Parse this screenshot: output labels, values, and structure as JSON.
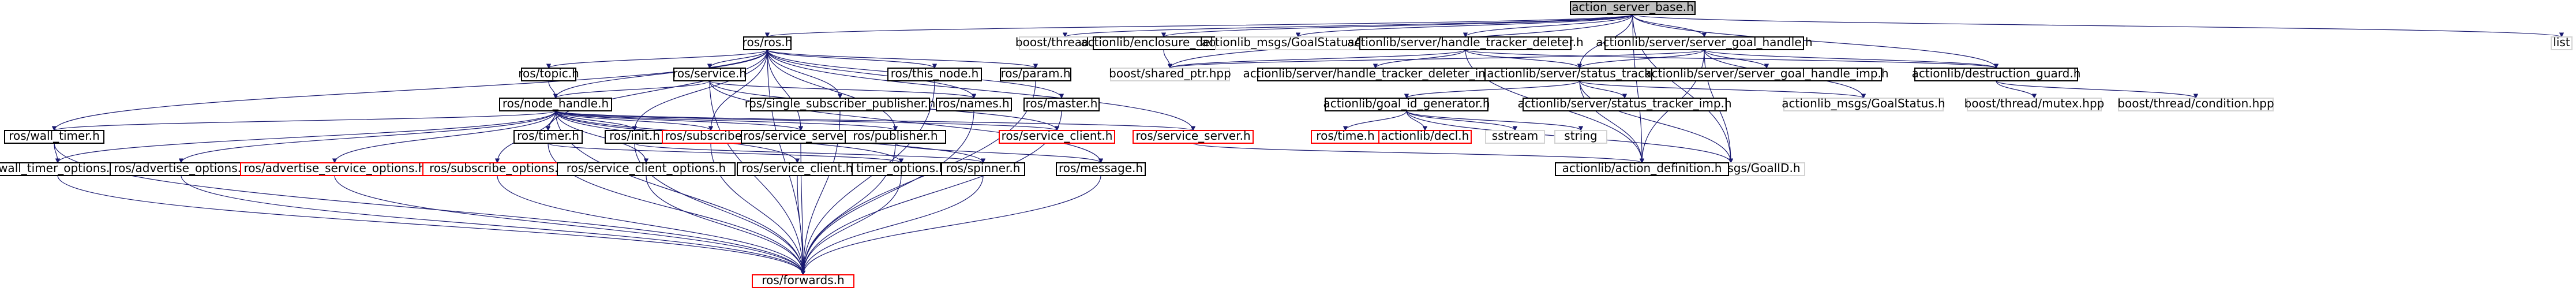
{
  "colors": {
    "root_fill": "#bfbfbf",
    "root_border": "#000000",
    "node_border": "#000000",
    "node_fill": "#ffffff",
    "missing_border": "#ff0000",
    "external_border": "#d3d3d3",
    "edge": "#191970"
  },
  "nodes": [
    {
      "id": "root",
      "label": "action_server_base.h",
      "kind": "root"
    },
    {
      "id": "ros",
      "label": "ros/ros.h",
      "kind": "normal"
    },
    {
      "id": "thread",
      "label": "boost/thread.hpp",
      "kind": "external"
    },
    {
      "id": "encdel",
      "label": "actionlib/enclosure_deleter.h",
      "kind": "normal"
    },
    {
      "id": "gsa",
      "label": "actionlib_msgs/GoalStatusArray.h",
      "kind": "external"
    },
    {
      "id": "htd",
      "label": "actionlib/server/handle_tracker_deleter.h",
      "kind": "normal"
    },
    {
      "id": "sgh",
      "label": "actionlib/server/server_goal_handle.h",
      "kind": "normal"
    },
    {
      "id": "list",
      "label": "list",
      "kind": "external"
    },
    {
      "id": "topic",
      "label": "ros/topic.h",
      "kind": "normal"
    },
    {
      "id": "service",
      "label": "ros/service.h",
      "kind": "normal"
    },
    {
      "id": "thisnode",
      "label": "ros/this_node.h",
      "kind": "normal"
    },
    {
      "id": "param",
      "label": "ros/param.h",
      "kind": "normal"
    },
    {
      "id": "sharedptr",
      "label": "boost/shared_ptr.hpp",
      "kind": "external"
    },
    {
      "id": "htdimp",
      "label": "actionlib/server/handle_tracker_deleter_imp.h",
      "kind": "normal"
    },
    {
      "id": "st",
      "label": "actionlib/server/status_tracker.h",
      "kind": "normal"
    },
    {
      "id": "sghimp",
      "label": "actionlib/server/server_goal_handle_imp.h",
      "kind": "normal"
    },
    {
      "id": "dg",
      "label": "actionlib/destruction_guard.h",
      "kind": "normal"
    },
    {
      "id": "nodehandle",
      "label": "ros/node_handle.h",
      "kind": "normal"
    },
    {
      "id": "ssp",
      "label": "ros/single_subscriber_publisher.h",
      "kind": "normal"
    },
    {
      "id": "names",
      "label": "ros/names.h",
      "kind": "normal"
    },
    {
      "id": "master",
      "label": "ros/master.h",
      "kind": "normal"
    },
    {
      "id": "gidgen",
      "label": "actionlib/goal_id_generator.h",
      "kind": "normal"
    },
    {
      "id": "stimp",
      "label": "actionlib/server/status_tracker_imp.h",
      "kind": "normal"
    },
    {
      "id": "goalstatus",
      "label": "actionlib_msgs/GoalStatus.h",
      "kind": "external"
    },
    {
      "id": "mutex",
      "label": "boost/thread/mutex.hpp",
      "kind": "external"
    },
    {
      "id": "cond",
      "label": "boost/thread/condition.hpp",
      "kind": "external"
    },
    {
      "id": "walltimer",
      "label": "ros/wall_timer.h",
      "kind": "normal"
    },
    {
      "id": "timer",
      "label": "ros/timer.h",
      "kind": "normal"
    },
    {
      "id": "init",
      "label": "ros/init.h",
      "kind": "normal"
    },
    {
      "id": "subscriber",
      "label": "ros/subscriber.h",
      "kind": "missing"
    },
    {
      "id": "serviceserver",
      "label": "ros/service_server.h",
      "kind": "normal"
    },
    {
      "id": "publisher",
      "label": "ros/publisher.h",
      "kind": "normal"
    },
    {
      "id": "serviceclient",
      "label": "ros/service_client.h",
      "kind": "missing"
    },
    {
      "id": "servicesrv",
      "label": "ros/service_server.h",
      "kind": "missing"
    },
    {
      "id": "rostime",
      "label": "ros/time.h",
      "kind": "missing"
    },
    {
      "id": "decl",
      "label": "actionlib/decl.h",
      "kind": "missing"
    },
    {
      "id": "sstream",
      "label": "sstream",
      "kind": "external"
    },
    {
      "id": "string",
      "label": "string",
      "kind": "external"
    },
    {
      "id": "goalid",
      "label": "actionlib_msgs/GoalID.h",
      "kind": "external"
    },
    {
      "id": "wto",
      "label": "wall_timer_options.h",
      "kind": "normal"
    },
    {
      "id": "advopt",
      "label": "ros/advertise_options.h",
      "kind": "normal"
    },
    {
      "id": "advsrvopt",
      "label": "ros/advertise_service_options.h",
      "kind": "missing"
    },
    {
      "id": "subopt",
      "label": "ros/subscribe_options.h",
      "kind": "missing"
    },
    {
      "id": "scopt",
      "label": "ros/service_client_options.h",
      "kind": "normal"
    },
    {
      "id": "serviceclient2",
      "label": "ros/service_client.h",
      "kind": "normal"
    },
    {
      "id": "timeropt",
      "label": "timer_options.h",
      "kind": "normal"
    },
    {
      "id": "spinner",
      "label": "ros/spinner.h",
      "kind": "normal"
    },
    {
      "id": "message",
      "label": "ros/message.h",
      "kind": "normal"
    },
    {
      "id": "actiondef",
      "label": "actionlib/action_definition.h",
      "kind": "normal"
    },
    {
      "id": "forwards",
      "label": "ros/forwards.h",
      "kind": "missing"
    }
  ],
  "edges": [
    [
      "root",
      "ros"
    ],
    [
      "root",
      "thread"
    ],
    [
      "root",
      "encdel"
    ],
    [
      "root",
      "gsa"
    ],
    [
      "root",
      "htd"
    ],
    [
      "root",
      "sgh"
    ],
    [
      "root",
      "list"
    ],
    [
      "root",
      "sharedptr"
    ],
    [
      "root",
      "actiondef"
    ],
    [
      "root",
      "goalid"
    ],
    [
      "root",
      "dg"
    ],
    [
      "root",
      "st"
    ],
    [
      "ros",
      "topic"
    ],
    [
      "ros",
      "service"
    ],
    [
      "ros",
      "thisnode"
    ],
    [
      "ros",
      "param"
    ],
    [
      "ros",
      "nodehandle"
    ],
    [
      "ros",
      "ssp"
    ],
    [
      "ros",
      "names"
    ],
    [
      "ros",
      "master"
    ],
    [
      "ros",
      "init"
    ],
    [
      "ros",
      "subscriber"
    ],
    [
      "ros",
      "serviceserver"
    ],
    [
      "ros",
      "publisher"
    ],
    [
      "ros",
      "servicesrv"
    ],
    [
      "ros",
      "timer"
    ],
    [
      "ros",
      "walltimer"
    ],
    [
      "ros",
      "forwards"
    ],
    [
      "encdel",
      "sharedptr"
    ],
    [
      "htd",
      "sharedptr"
    ],
    [
      "htd",
      "htdimp"
    ],
    [
      "htd",
      "st"
    ],
    [
      "htd",
      "dg"
    ],
    [
      "htd",
      "actiondef"
    ],
    [
      "sgh",
      "sghimp"
    ],
    [
      "sgh",
      "st"
    ],
    [
      "sgh",
      "dg"
    ],
    [
      "sgh",
      "goalstatus"
    ],
    [
      "sgh",
      "goalid"
    ],
    [
      "sgh",
      "actiondef"
    ],
    [
      "sgh",
      "sharedptr"
    ],
    [
      "topic",
      "nodehandle"
    ],
    [
      "service",
      "nodehandle"
    ],
    [
      "service",
      "names"
    ],
    [
      "service",
      "forwards"
    ],
    [
      "service",
      "message"
    ],
    [
      "service",
      "serviceclient"
    ],
    [
      "thisnode",
      "forwards"
    ],
    [
      "param",
      "forwards"
    ],
    [
      "st",
      "gidgen"
    ],
    [
      "st",
      "stimp"
    ],
    [
      "st",
      "goalstatus"
    ],
    [
      "st",
      "goalid"
    ],
    [
      "st",
      "actiondef"
    ],
    [
      "dg",
      "mutex"
    ],
    [
      "dg",
      "cond"
    ],
    [
      "nodehandle",
      "walltimer"
    ],
    [
      "nodehandle",
      "timer"
    ],
    [
      "nodehandle",
      "init"
    ],
    [
      "nodehandle",
      "subscriber"
    ],
    [
      "nodehandle",
      "serviceserver"
    ],
    [
      "nodehandle",
      "publisher"
    ],
    [
      "nodehandle",
      "serviceclient"
    ],
    [
      "nodehandle",
      "servicesrv"
    ],
    [
      "nodehandle",
      "wto"
    ],
    [
      "nodehandle",
      "advopt"
    ],
    [
      "nodehandle",
      "advsrvopt"
    ],
    [
      "nodehandle",
      "subopt"
    ],
    [
      "nodehandle",
      "scopt"
    ],
    [
      "nodehandle",
      "serviceclient2"
    ],
    [
      "nodehandle",
      "timeropt"
    ],
    [
      "nodehandle",
      "spinner"
    ],
    [
      "nodehandle",
      "forwards"
    ],
    [
      "ssp",
      "forwards"
    ],
    [
      "names",
      "forwards"
    ],
    [
      "master",
      "forwards"
    ],
    [
      "gidgen",
      "rostime"
    ],
    [
      "gidgen",
      "decl"
    ],
    [
      "gidgen",
      "sstream"
    ],
    [
      "gidgen",
      "string"
    ],
    [
      "gidgen",
      "goalid"
    ],
    [
      "walltimer",
      "wto"
    ],
    [
      "walltimer",
      "forwards"
    ],
    [
      "timer",
      "timeropt"
    ],
    [
      "timer",
      "forwards"
    ],
    [
      "init",
      "spinner"
    ],
    [
      "init",
      "forwards"
    ],
    [
      "subscriber",
      "forwards"
    ],
    [
      "serviceserver",
      "forwards"
    ],
    [
      "publisher",
      "message"
    ],
    [
      "publisher",
      "forwards"
    ],
    [
      "servicesrv",
      "actiondef"
    ],
    [
      "wto",
      "forwards"
    ],
    [
      "advopt",
      "forwards"
    ],
    [
      "advsrvopt",
      "forwards"
    ],
    [
      "subopt",
      "forwards"
    ],
    [
      "scopt",
      "forwards"
    ],
    [
      "serviceclient2",
      "forwards"
    ],
    [
      "timeropt",
      "forwards"
    ],
    [
      "spinner",
      "forwards"
    ],
    [
      "message",
      "forwards"
    ]
  ]
}
